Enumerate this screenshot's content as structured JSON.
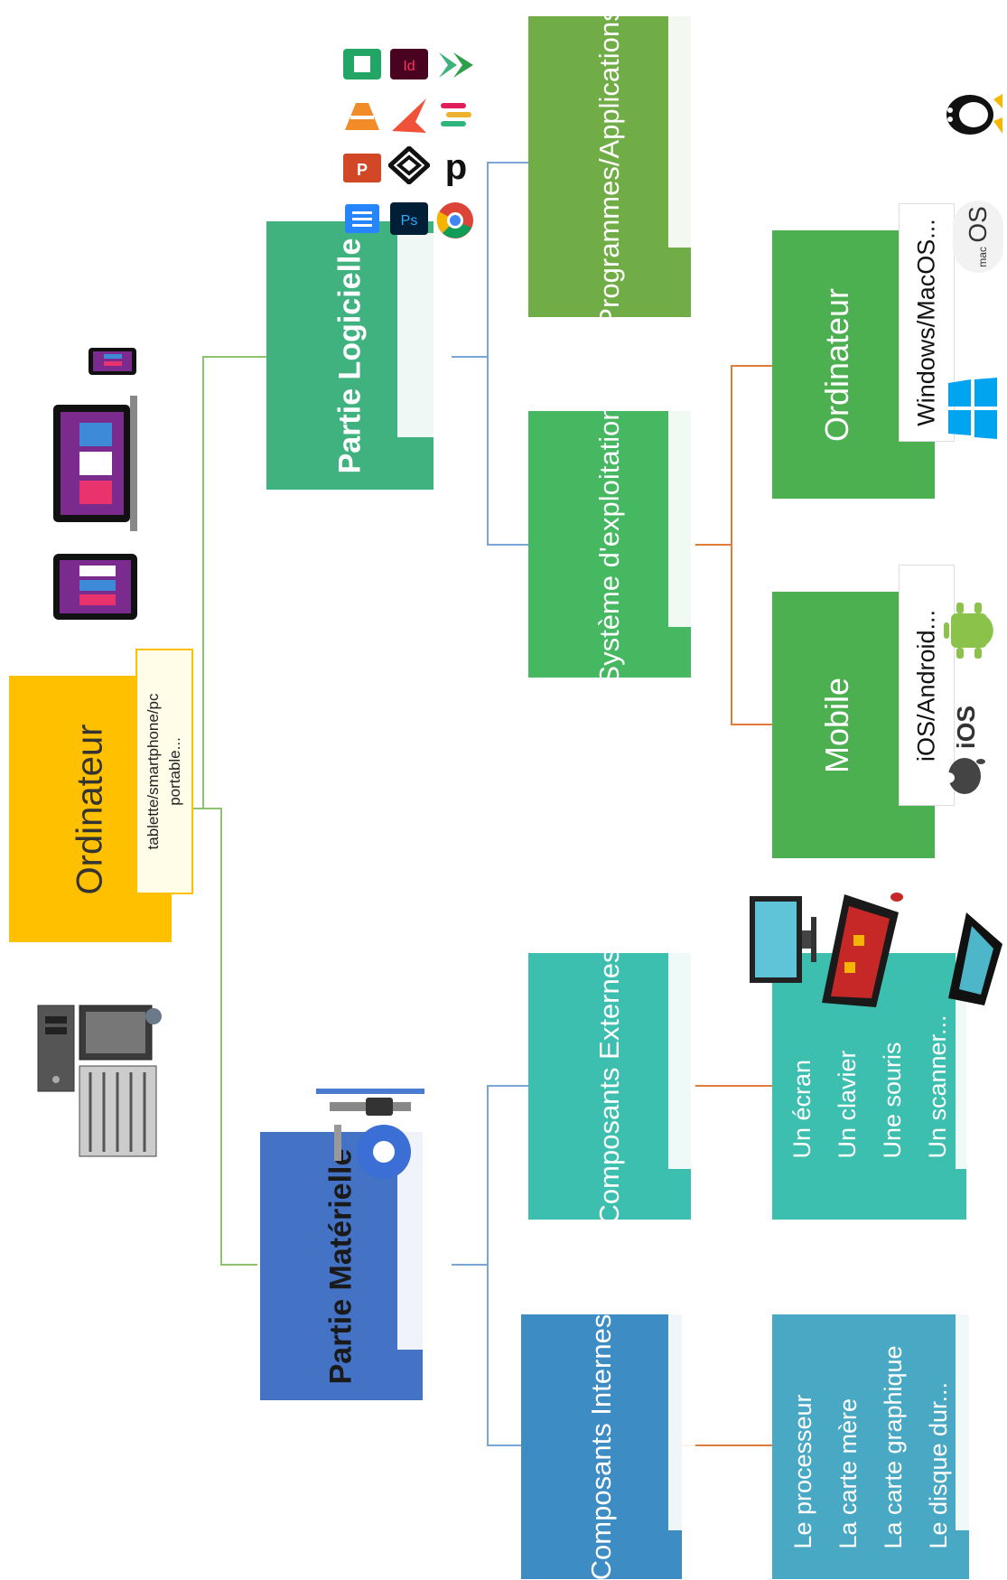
{
  "root": {
    "title": "Ordinateur",
    "note_line1": "tablette/smartphone/pc",
    "note_line2": "portable..."
  },
  "software": {
    "title": "Partie Logicielle",
    "programs": {
      "title": "Programmes/Applications"
    },
    "os": {
      "title": "Système d'exploitation",
      "computer": {
        "title": "Ordinateur",
        "examples": "Windows/MacOS..."
      },
      "mobile": {
        "title": "Mobile",
        "examples": "iOS/Android..."
      }
    },
    "app_icons": [
      "sheets-icon",
      "indesign-icon",
      "vectornator-icon",
      "vlc-icon",
      "swift-icon",
      "slack-icon",
      "powerpoint-icon",
      "robinhood-icon",
      "pandora-icon",
      "docs-icon",
      "photoshop-icon",
      "chrome-icon"
    ],
    "app_icon_labels": {
      "indesign": "Id",
      "photoshop": "Ps",
      "powerpoint": "P",
      "pandora": "p",
      "macos_small": "mac",
      "macos_big": "OS",
      "ios": "iOS"
    }
  },
  "hardware": {
    "title": "Partie Matérielle",
    "external": {
      "title": "Composants Externes",
      "items": [
        "Un écran",
        "Un clavier",
        "Une souris",
        "Un scanner..."
      ]
    },
    "internal": {
      "title": "Composants Internes",
      "items": [
        "Le processeur",
        "La carte mère",
        "La carte graphique",
        "Le disque dur..."
      ]
    }
  },
  "colors": {
    "root": "#FFC000",
    "software": "#3FB27F",
    "programs": "#70AD47",
    "os": "#46B861",
    "os_children": "#4CAF50",
    "hardware": "#4472C4",
    "external": "#3DBFB0",
    "internal": "#3E8CC4",
    "internal_list": "#49A8C4",
    "line_green": "#8DC26F",
    "line_blue": "#7AA6D6",
    "line_orange": "#E07B39"
  }
}
